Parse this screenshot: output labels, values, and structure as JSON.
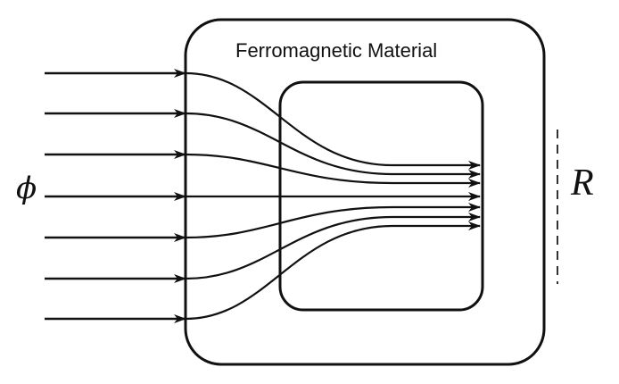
{
  "diagram": {
    "title": "Ferromagnetic Material",
    "flux_symbol": "ϕ",
    "reluctance_symbol": "R",
    "flux_line_count": 7,
    "stroke_color": "#111111",
    "background_color": "#ffffff"
  }
}
